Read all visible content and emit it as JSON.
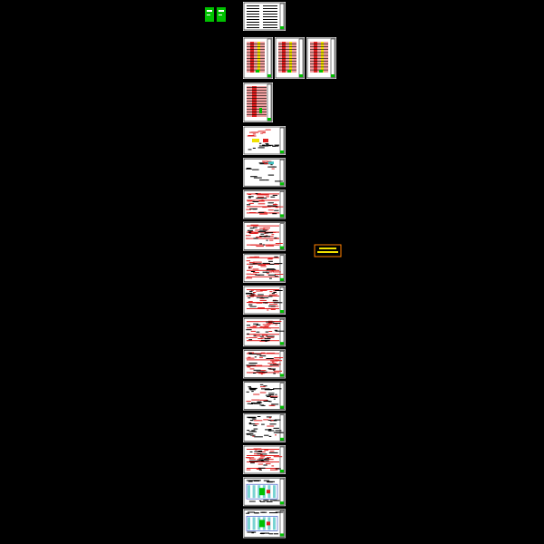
{
  "viewer": {
    "background": "#000000",
    "model_space": "cad-drawing-overview"
  },
  "colors": {
    "sheet": "#ffffff",
    "ink": "#000000",
    "red": "#e02020",
    "yellow": "#f0e000",
    "green": "#00c000",
    "pink": "#f0a0a0",
    "blue": "#2040c0",
    "cyan": "#40c0c0",
    "label_border": "#ff8000"
  },
  "objects": {
    "top_icons": [
      {
        "name": "green-thumbnail-left"
      },
      {
        "name": "green-thumbnail-right"
      }
    ],
    "cover_sheet": {
      "name": "cover-sheet"
    },
    "elevation_sheets": [
      {
        "name": "elevation-sheet-1"
      },
      {
        "name": "elevation-sheet-2"
      },
      {
        "name": "elevation-sheet-3"
      }
    ],
    "section_sheet": {
      "name": "section-sheet"
    },
    "detail_sheets": [
      {
        "name": "detail-sheet-1",
        "style": "mixed"
      },
      {
        "name": "detail-sheet-2",
        "style": "sparse"
      },
      {
        "name": "detail-sheet-3",
        "style": "red"
      },
      {
        "name": "detail-sheet-4",
        "style": "red"
      },
      {
        "name": "detail-sheet-5",
        "style": "red"
      },
      {
        "name": "detail-sheet-6",
        "style": "red"
      },
      {
        "name": "detail-sheet-7",
        "style": "red"
      },
      {
        "name": "detail-sheet-8",
        "style": "red"
      },
      {
        "name": "detail-sheet-9",
        "style": "grey"
      },
      {
        "name": "detail-sheet-10",
        "style": "grey"
      },
      {
        "name": "detail-sheet-11",
        "style": "red"
      },
      {
        "name": "plan-sheet-1",
        "style": "plan"
      },
      {
        "name": "plan-sheet-2",
        "style": "plan"
      }
    ],
    "floating_label": {
      "name": "floating-title-block"
    }
  }
}
